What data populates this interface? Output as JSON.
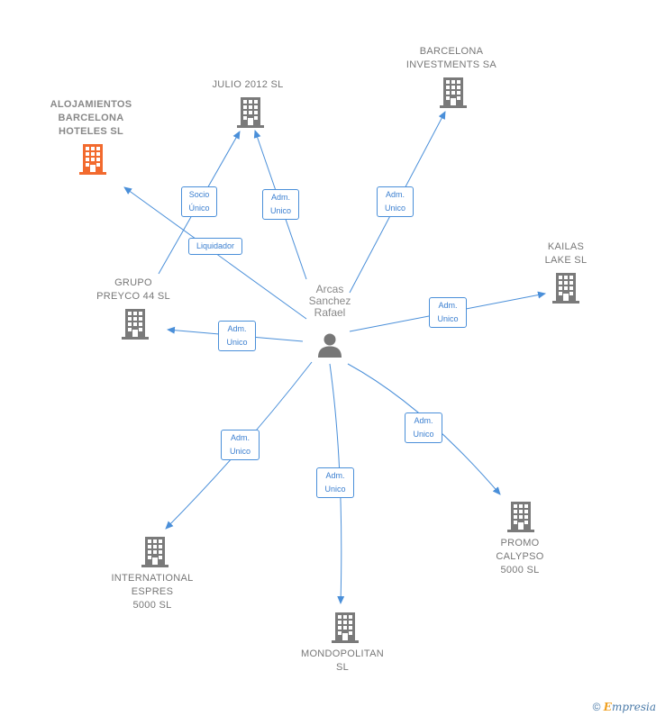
{
  "center": {
    "label": "Arcas\nSanchez\nRafael",
    "icon": "person-icon"
  },
  "colors": {
    "edge": "#4a8fd9",
    "building": "#7a7a7a",
    "highlight": "#f26a2e"
  },
  "nodes": [
    {
      "id": "alojamientos",
      "label": "ALOJAMIENTOS\nBARCELONA\nHOTELES SL",
      "highlight": true,
      "icon": "building-icon"
    },
    {
      "id": "julio",
      "label": "JULIO 2012 SL",
      "highlight": false,
      "icon": "building-icon"
    },
    {
      "id": "barcelona",
      "label": "BARCELONA\nINVESTMENTS SA",
      "highlight": false,
      "icon": "building-icon"
    },
    {
      "id": "kailas",
      "label": "KAILAS\nLAKE SL",
      "highlight": false,
      "icon": "building-icon"
    },
    {
      "id": "grupo",
      "label": "GRUPO\nPREYCO 44 SL",
      "highlight": false,
      "icon": "building-icon"
    },
    {
      "id": "international",
      "label": "INTERNATIONAL\nESPRES\n5000 SL",
      "highlight": false,
      "icon": "building-icon"
    },
    {
      "id": "mondopolitan",
      "label": "MONDOPOLITAN\nSL",
      "highlight": false,
      "icon": "building-icon"
    },
    {
      "id": "promo",
      "label": "PROMO\nCALYPSO\n5000 SL",
      "highlight": false,
      "icon": "building-icon"
    }
  ],
  "edges": [
    {
      "label": "Socio\nÚnico"
    },
    {
      "label": "Adm.\nUnico"
    },
    {
      "label": "Adm.\nUnico"
    },
    {
      "label": "Liquidador"
    },
    {
      "label": "Adm.\nUnico"
    },
    {
      "label": "Adm.\nUnico"
    },
    {
      "label": "Adm.\nUnico"
    },
    {
      "label": "Adm.\nUnico"
    },
    {
      "label": "Adm.\nUnico"
    }
  ],
  "footer": {
    "copyright": "©",
    "brand_initial": "E",
    "brand_rest": "mpresia"
  }
}
